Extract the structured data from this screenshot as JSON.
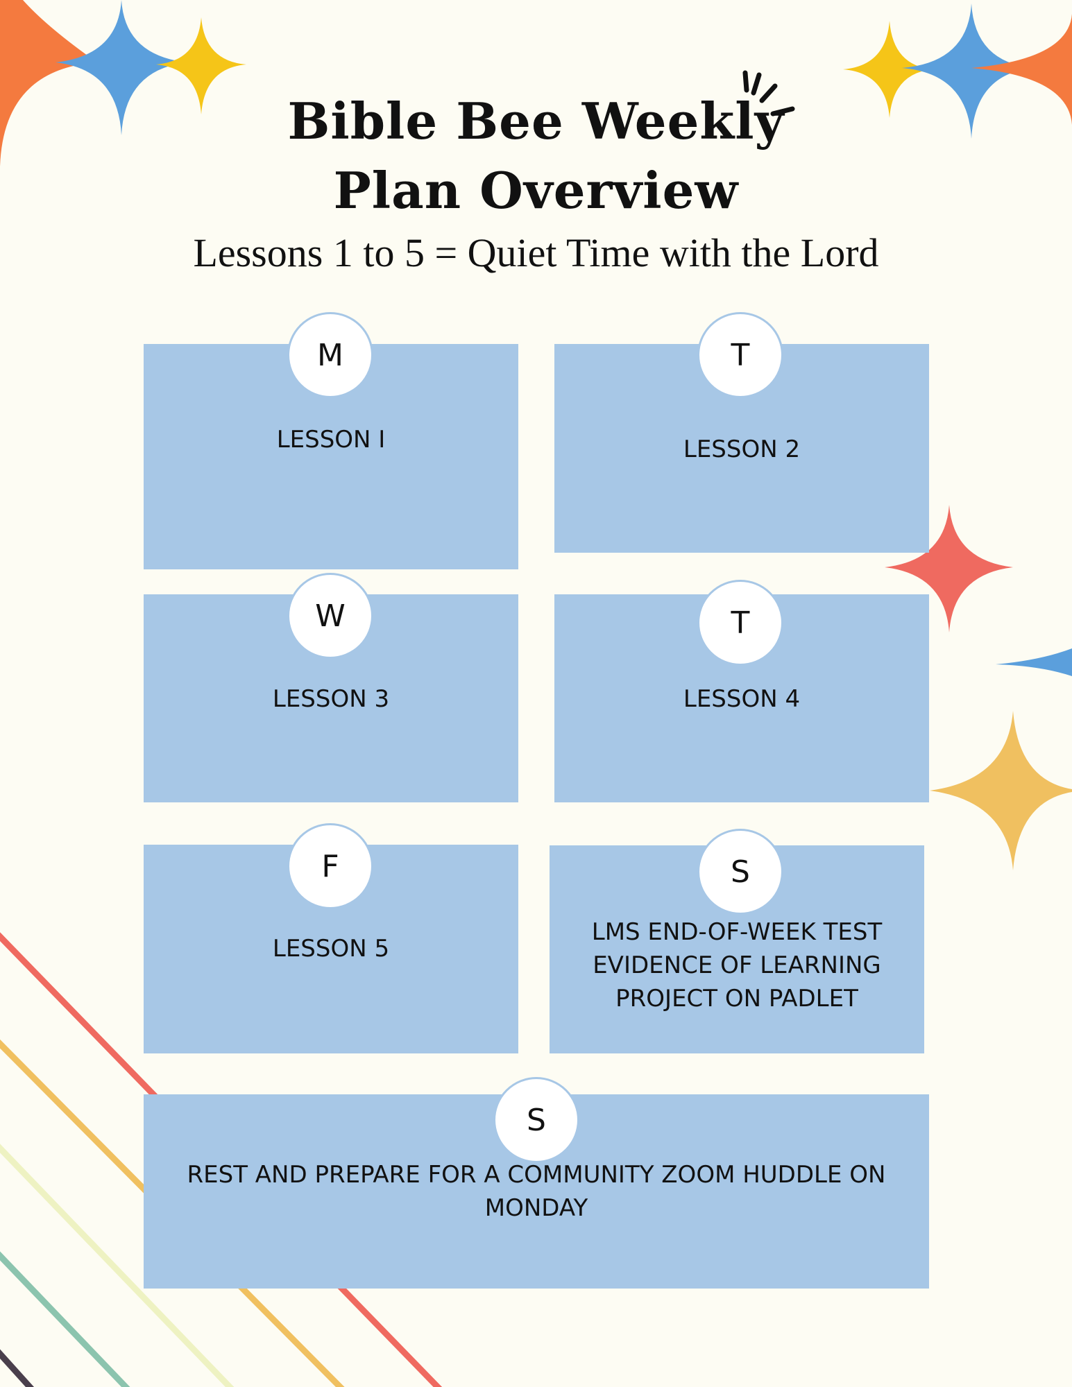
{
  "header": {
    "title_line1": "Bible Bee Weekly",
    "title_line2": "Plan Overview",
    "subtitle": "Lessons 1 to 5 = Quiet Time with the Lord"
  },
  "days": [
    {
      "day": "M",
      "text": "LESSON I"
    },
    {
      "day": "T",
      "text": "LESSON 2"
    },
    {
      "day": "W",
      "text": "LESSON 3"
    },
    {
      "day": "T",
      "text": "LESSON 4"
    },
    {
      "day": "F",
      "text": "LESSON 5"
    },
    {
      "day": "S",
      "text_lines": [
        "LMS END-OF-WEEK TEST",
        "EVIDENCE OF LEARNING",
        "PROJECT ON PADLET"
      ]
    },
    {
      "day": "S",
      "text_lines": [
        "REST AND PREPARE FOR A COMMUNITY ZOOM HUDDLE ON",
        "MONDAY"
      ]
    }
  ],
  "colors": {
    "card": "#a7c7e6",
    "background": "#fdfcf3",
    "sparkle_orange": "#f47a3f",
    "sparkle_blue": "#5b9fdc",
    "sparkle_yellow": "#f5c518",
    "sparkle_red": "#ef6a60",
    "sparkle_gold": "#f0c060"
  }
}
